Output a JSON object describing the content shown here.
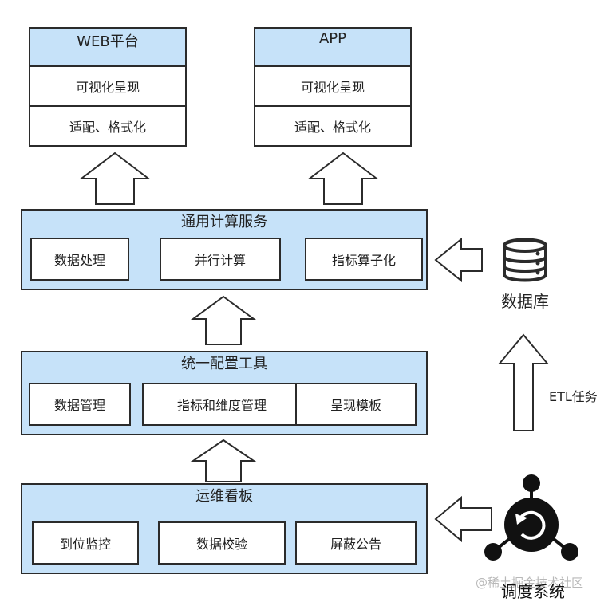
{
  "top_left": {
    "title": "WEB平台",
    "row1": "可视化呈现",
    "row2": "适配、格式化"
  },
  "top_right": {
    "title": "APP",
    "row1": "可视化呈现",
    "row2": "适配、格式化"
  },
  "compute": {
    "title": "通用计算服务",
    "items": [
      "数据处理",
      "并行计算",
      "指标算子化"
    ]
  },
  "config": {
    "title": "统一配置工具",
    "items": [
      "数据管理",
      "指标和维度管理",
      "呈现模板"
    ]
  },
  "ops": {
    "title": "运维看板",
    "items": [
      "到位监控",
      "数据校验",
      "屏蔽公告"
    ]
  },
  "database": {
    "label": "数据库",
    "icon": "database-icon"
  },
  "etl": {
    "label": "ETL任务"
  },
  "scheduler": {
    "label": "调度系统",
    "icon": "scheduler-icon"
  },
  "watermark": "@稀土掘金技术社区",
  "colors": {
    "panel_blue": "#c6e2f9",
    "border": "#2b2b2b"
  }
}
